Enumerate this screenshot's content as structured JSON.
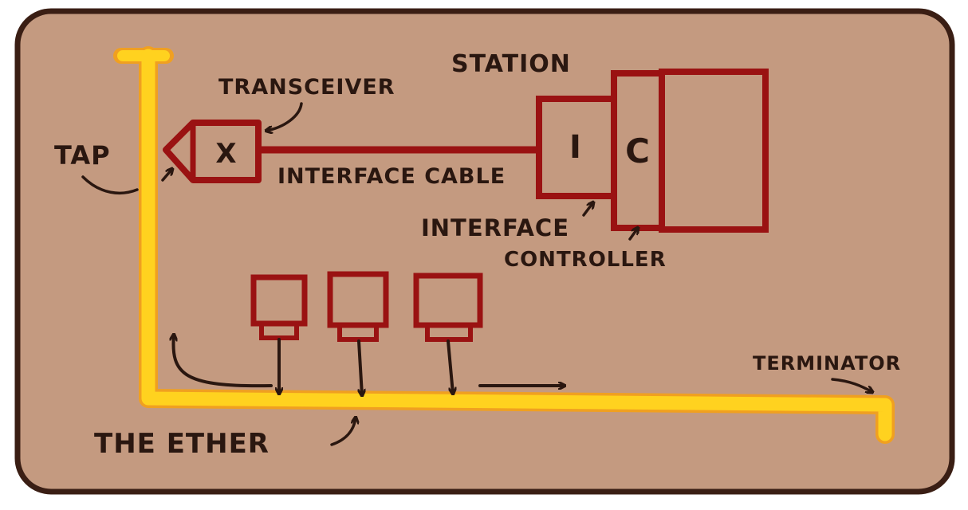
{
  "diagram": {
    "title": "",
    "labels": {
      "station": "STATION",
      "transceiver": "TRANSCEIVER",
      "tap": "TAP",
      "transceiver_mark": "X",
      "interface_cable": "INTERFACE CABLE",
      "interface_mark": "I",
      "controller_mark": "C",
      "interface": "INTERFACE",
      "controller": "CONTROLLER",
      "terminator": "TERMINATOR",
      "the_ether": "THE ETHER"
    },
    "colors": {
      "background": "#c49a80",
      "frame": "#3a1e14",
      "ether": "#ffd21f",
      "ether_edge": "#f0a020",
      "component": "#9a1212",
      "ink": "#2a1710"
    }
  }
}
